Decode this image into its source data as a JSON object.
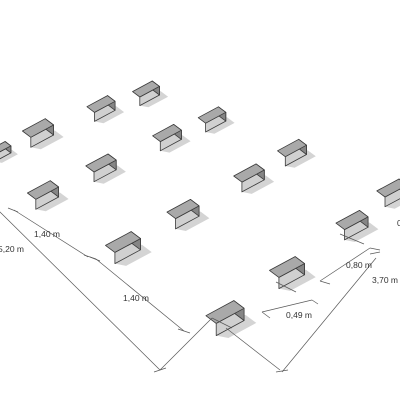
{
  "colors": {
    "block_top": "#a9a9a9",
    "block_left": "#d0d0d0",
    "block_right": "#858585",
    "block_edge": "#3a3a3a",
    "shadow": "#d4d4d4",
    "dimension_line": "#5a5a5a",
    "text": "#333333"
  },
  "dimensions": {
    "spacing_1": "1,40 m",
    "spacing_2": "1,40 m",
    "total_left": "5,20 m",
    "block_depth": "0,49 m",
    "gap_right": "0,80 m",
    "total_right": "3,70 m",
    "edge_partial": "0"
  }
}
